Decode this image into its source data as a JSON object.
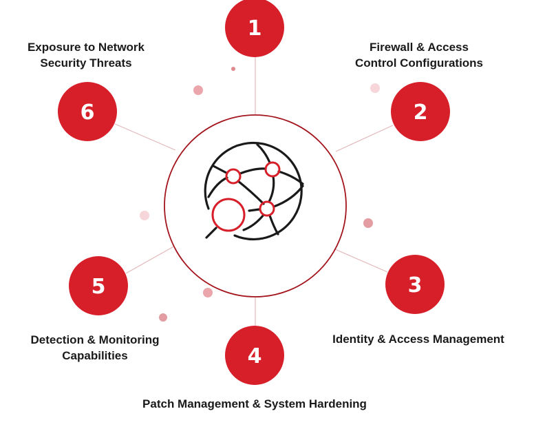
{
  "colors": {
    "accent": "#d71f2a",
    "line": "#e3b8bb",
    "ring": "#a3141c",
    "icon": "#1a1a1a"
  },
  "center_icon": "globe-network-search-icon",
  "steps": [
    {
      "number": "1",
      "label": ""
    },
    {
      "number": "2",
      "label": "Firewall & Access Control Configurations",
      "lines": [
        "Firewall & Access",
        "Control Configurations"
      ]
    },
    {
      "number": "3",
      "label": "Identity & Access Management",
      "lines": [
        "Identity & Access Management"
      ]
    },
    {
      "number": "4",
      "label": "Patch Management & System Hardening",
      "lines": [
        "Patch Management & System Hardening"
      ]
    },
    {
      "number": "5",
      "label": "Detection & Monitoring Capabilities",
      "lines": [
        "Detection & Monitoring",
        "Capabilities"
      ]
    },
    {
      "number": "6",
      "label": "Exposure to Network Security Threats",
      "lines": [
        "Exposure to Network",
        "Security Threats"
      ]
    }
  ]
}
